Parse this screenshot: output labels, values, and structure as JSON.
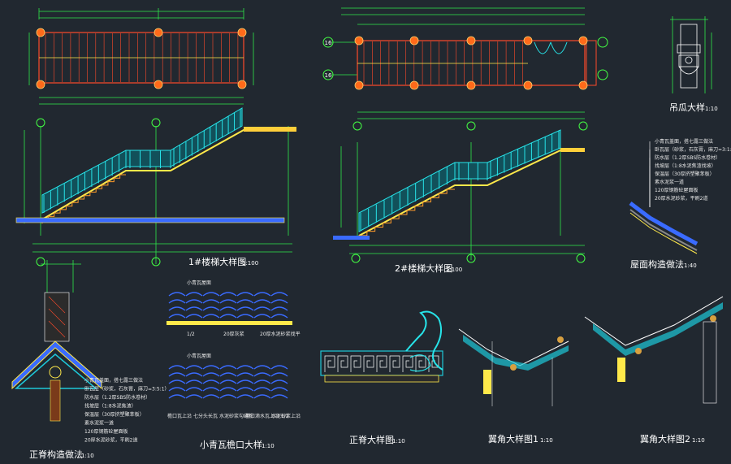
{
  "colors": {
    "background": "#212830",
    "dimension": "#2ee84a",
    "stair": "#ff4a2a",
    "beam": "#ffe94a",
    "railing": "#27e3e8",
    "tile": "#3a6bff",
    "column": "#ff2a2a",
    "axis_circle": "#44ff44",
    "ridge": "#1ec8d8",
    "magenta": "#ff3bff"
  },
  "titles": {
    "stair1": "1#楼梯大样图",
    "stair1_scale": "1:100",
    "stair2": "2#楼梯大样图",
    "stair2_scale": "1:100",
    "pendant": "吊瓜大样",
    "pendant_scale": "1:10",
    "roof": "屋面构造做法",
    "roof_scale": "1:40",
    "ridge": "正脊构造做法",
    "ridge_scale": "1:10",
    "eave": "小青瓦檐口大样",
    "eave_scale": "1:10",
    "main_ridge": "正脊大样图",
    "main_ridge_scale": "1:10",
    "wing1": "翼角大样图1",
    "wing1_scale": "1:10",
    "wing2": "翼角大样图2",
    "wing2_scale": "1:10"
  },
  "axis_labels": {
    "a": "16",
    "b": "16"
  },
  "roof_notes": [
    "小青瓦盖面，搭七露三做法",
    "卧瓦层（砂浆，石灰膏，麻刀=3:1:1）",
    "防水层（1.2厚SBS防水卷材）",
    "找坡层（1:8水泥焦渣找坡）",
    "保温层（30厚挤塑聚苯板）",
    "素水泥浆一道",
    "120厚钢筋砼屋面板",
    "20厚水泥砂浆，平刷2道"
  ],
  "ridge_notes": [
    "小青瓦盖面，搭七露三做法",
    "卧瓦层（砂浆，石灰膏，麻刀=3:5:1）",
    "防水层（1.2厚SBS防水卷材）",
    "找坡层（1:8水泥焦渣）",
    "保温层（30厚挤塑聚苯板）",
    "素水泥浆一道",
    "120厚钢筋砼屋面板",
    "20厚水泥砂浆，平刷2道"
  ],
  "eave_labels": {
    "top_label": "小青瓦屋面",
    "bottom_label": "小青瓦屋面",
    "top_notes": [
      "1/2",
      "20厚灰浆",
      "20厚水泥砂浆找平"
    ],
    "bottom_notes": [
      "檐口瓦上沿",
      "七分头长瓦",
      "水泥砂浆勾缝粉",
      "檐口滴水瓦上沿 1/2",
      "水泥砂浆上沿"
    ]
  }
}
